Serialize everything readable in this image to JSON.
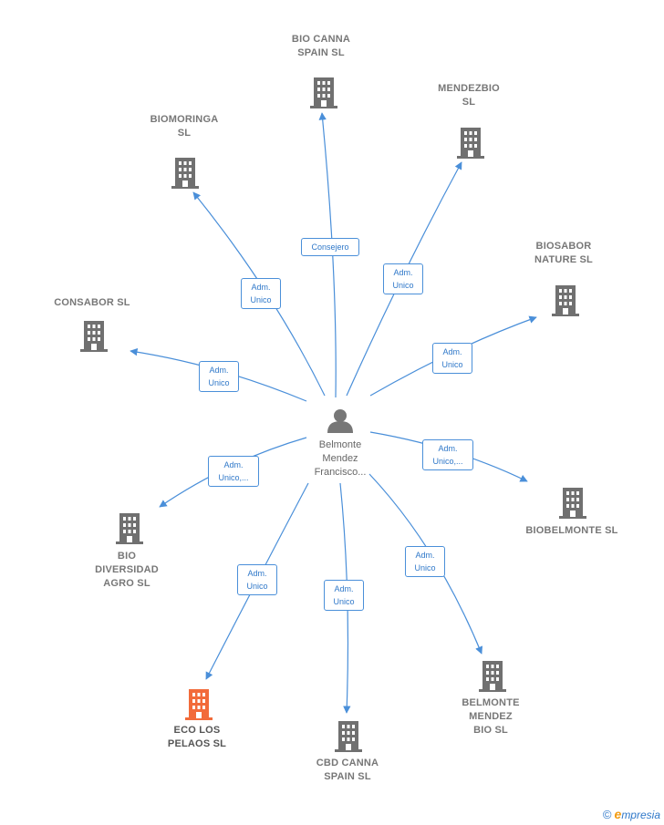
{
  "colors": {
    "edge": "#4a8fd9",
    "company": "#707070",
    "highlight_company": "#f26b3a",
    "person": "#777777"
  },
  "center": {
    "label": "Belmonte\nMendez\nFrancisco...",
    "icon": "person-icon"
  },
  "nodes": [
    {
      "id": "bio-canna-spain",
      "label": "BIO CANNA\nSPAIN  SL",
      "highlight": false,
      "relation": "Consejero"
    },
    {
      "id": "mendezbio",
      "label": "MENDEZBIO\nSL",
      "highlight": false,
      "relation": "Adm.\nUnico"
    },
    {
      "id": "biomoringa",
      "label": "BIOMORINGA\nSL",
      "highlight": false,
      "relation": "Adm.\nUnico"
    },
    {
      "id": "biosabor-nature",
      "label": "BIOSABOR\nNATURE SL",
      "highlight": false,
      "relation": "Adm.\nUnico"
    },
    {
      "id": "consabor",
      "label": "CONSABOR SL",
      "highlight": false,
      "relation": "Adm.\nUnico"
    },
    {
      "id": "biobelmonte",
      "label": "BIOBELMONTE SL",
      "highlight": false,
      "relation": "Adm.\nUnico,..."
    },
    {
      "id": "bio-diversidad-agro",
      "label": "BIO\nDIVERSIDAD\nAGRO  SL",
      "highlight": false,
      "relation": "Adm.\nUnico,..."
    },
    {
      "id": "eco-los-pelaos",
      "label": "ECO LOS\nPELAOS  SL",
      "highlight": true,
      "relation": "Adm.\nUnico"
    },
    {
      "id": "cbd-canna-spain",
      "label": "CBD CANNA\nSPAIN  SL",
      "highlight": false,
      "relation": "Adm.\nUnico"
    },
    {
      "id": "belmonte-mendez-bio",
      "label": "BELMONTE\nMENDEZ\nBIO  SL",
      "highlight": false,
      "relation": "Adm.\nUnico"
    }
  ],
  "footer": {
    "copyright": "©",
    "brand_initial": "e",
    "brand_rest": "mpresia"
  }
}
